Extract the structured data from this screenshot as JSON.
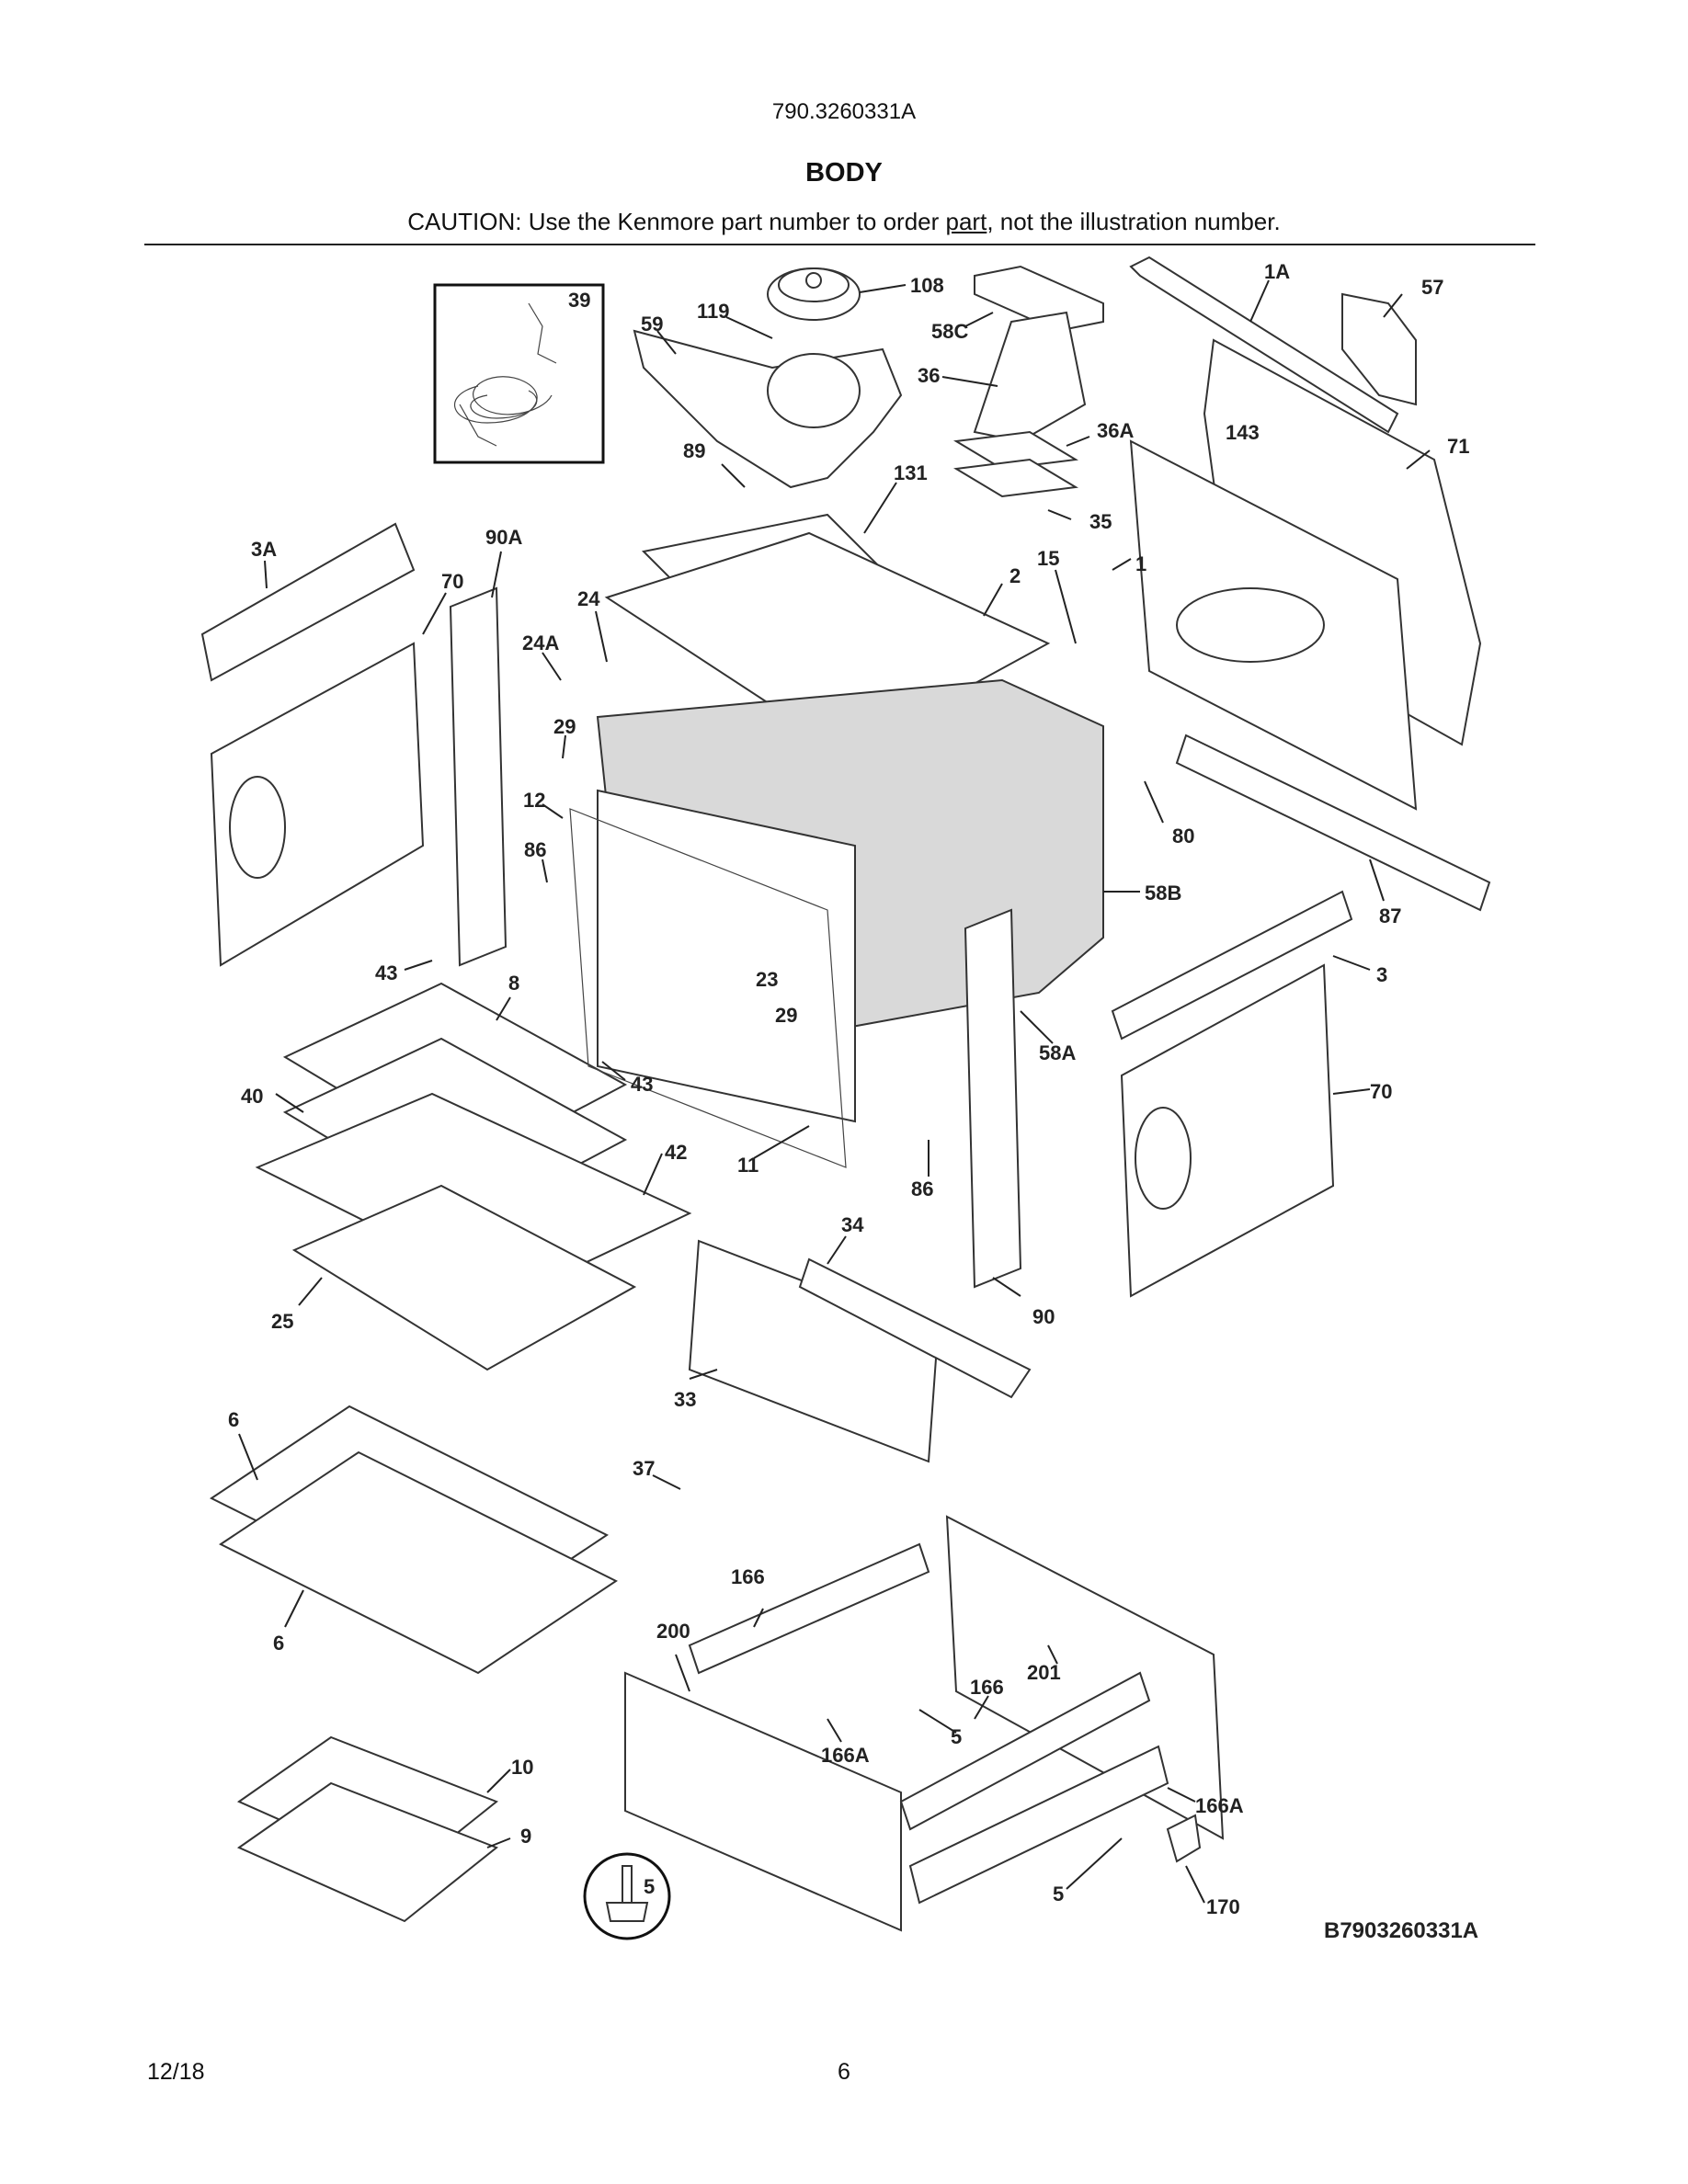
{
  "header": {
    "model_number": "790.3260331A",
    "section_title": "BODY",
    "caution_prefix": "CAUTION: Use the Kenmore part number to order ",
    "caution_underlined": "part",
    "caution_suffix": ", not the illustration number."
  },
  "diagram": {
    "reference_code": "B7903260331A",
    "callouts": [
      "39",
      "108",
      "119",
      "59",
      "58C",
      "1A",
      "57",
      "36",
      "36A",
      "143",
      "71",
      "89",
      "131",
      "35",
      "3A",
      "90A",
      "70",
      "24",
      "2",
      "15",
      "1",
      "24A",
      "29",
      "80",
      "12",
      "86",
      "58B",
      "87",
      "43",
      "8",
      "23",
      "29",
      "3",
      "40",
      "43",
      "58A",
      "70",
      "11",
      "42",
      "86",
      "34",
      "25",
      "90",
      "33",
      "6",
      "37",
      "166",
      "6",
      "200",
      "201",
      "166",
      "5",
      "166A",
      "10",
      "166A",
      "9",
      "5",
      "5",
      "170"
    ]
  },
  "footer": {
    "date": "12/18",
    "page_number": "6"
  }
}
